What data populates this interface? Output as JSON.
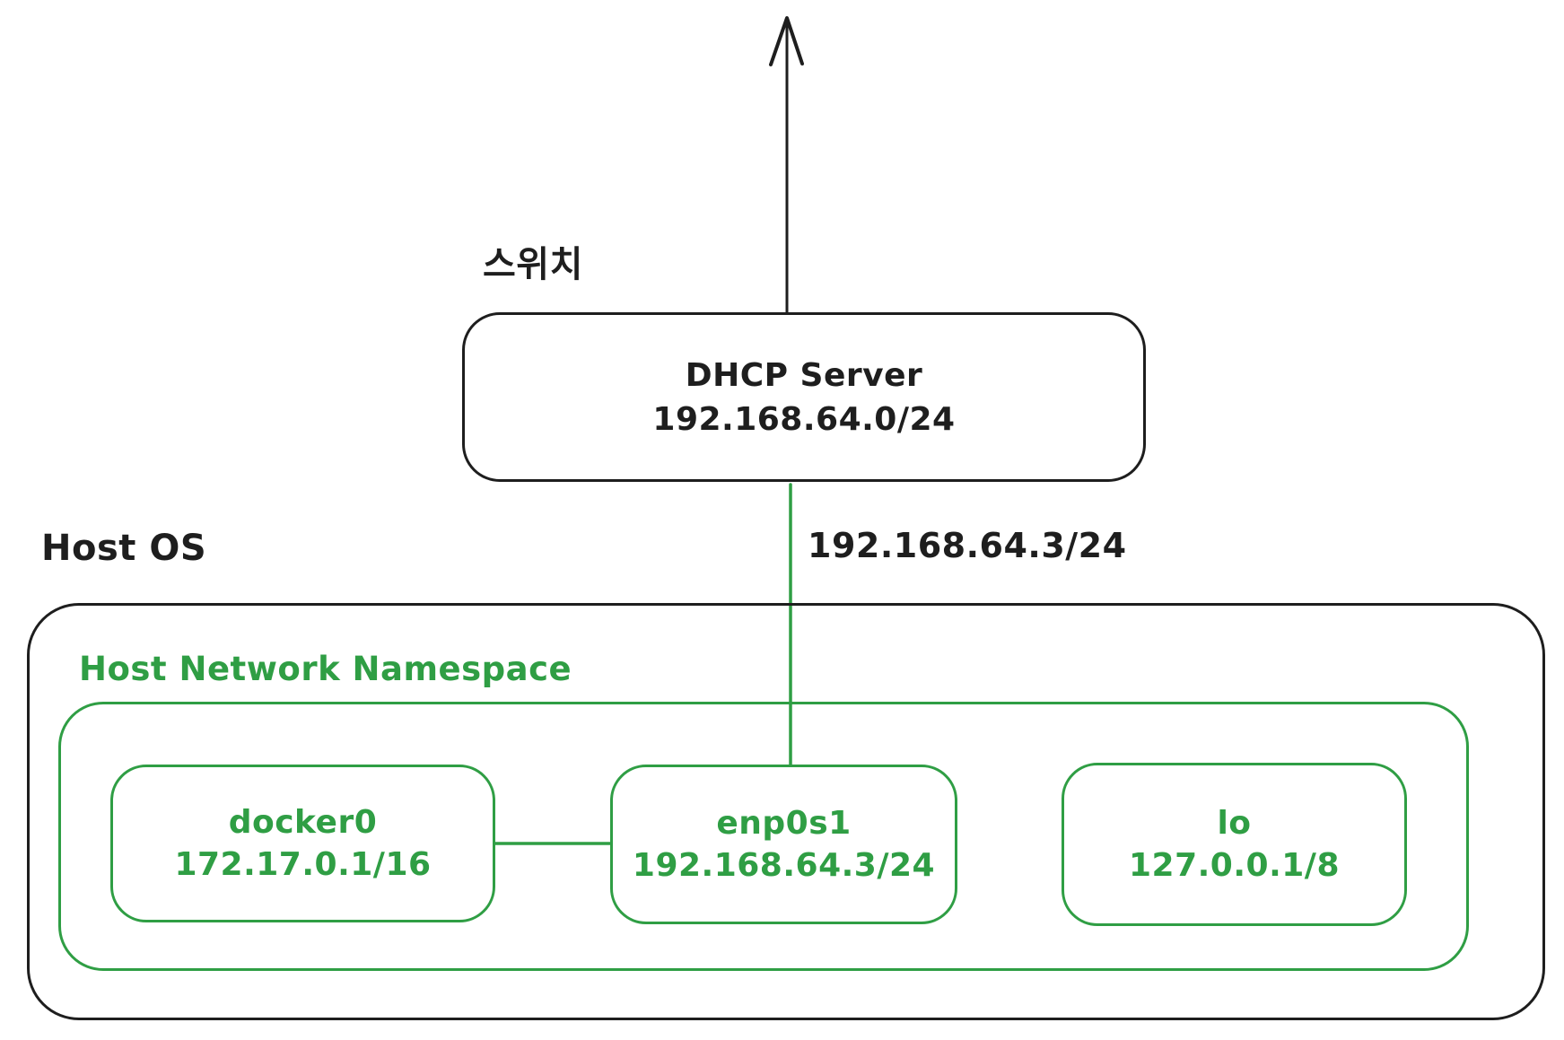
{
  "colors": {
    "stroke_black": "#1e1e1e",
    "stroke_green": "#2f9e44",
    "background": "#ffffff"
  },
  "switch_label": "스위치",
  "dhcp_box": {
    "title": "DHCP Server",
    "subnet": "192.168.64.0/24"
  },
  "uplink": {
    "label": "192.168.64.3/24"
  },
  "host_os": {
    "label": "Host OS",
    "namespace": {
      "label": "Host Network Namespace",
      "interfaces": [
        {
          "name": "docker0",
          "address": "172.17.0.1/16"
        },
        {
          "name": "enp0s1",
          "address": "192.168.64.3/24"
        },
        {
          "name": "lo",
          "address": "127.0.0.1/8"
        }
      ]
    }
  }
}
